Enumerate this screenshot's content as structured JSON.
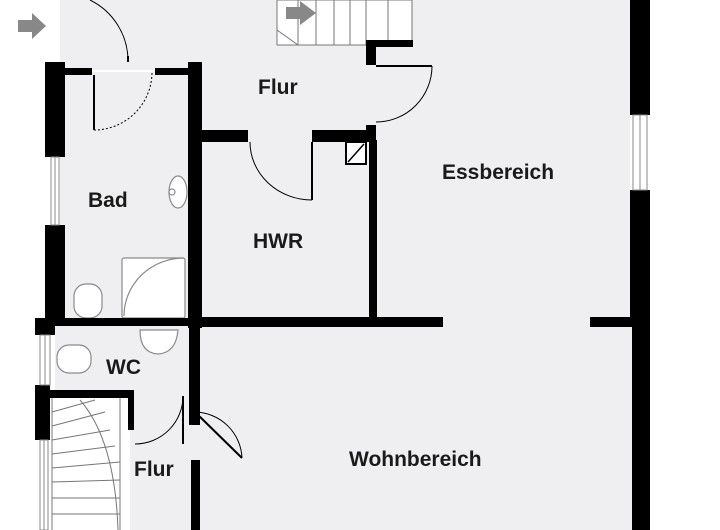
{
  "rooms": {
    "flur_top": "Flur",
    "bad": "Bad",
    "hwr": "HWR",
    "essbereich": "Essbereich",
    "wc": "WC",
    "wohnbereich": "Wohnbereich",
    "flur_bottom": "Flur"
  },
  "colors": {
    "wall": "#000000",
    "floor": "#efeff1",
    "outside": "#ffffff",
    "fixture": "#8a8a8a",
    "arrow": "#888888"
  },
  "icons": [
    "entry-arrow-icon",
    "stair-arrow-icon"
  ]
}
